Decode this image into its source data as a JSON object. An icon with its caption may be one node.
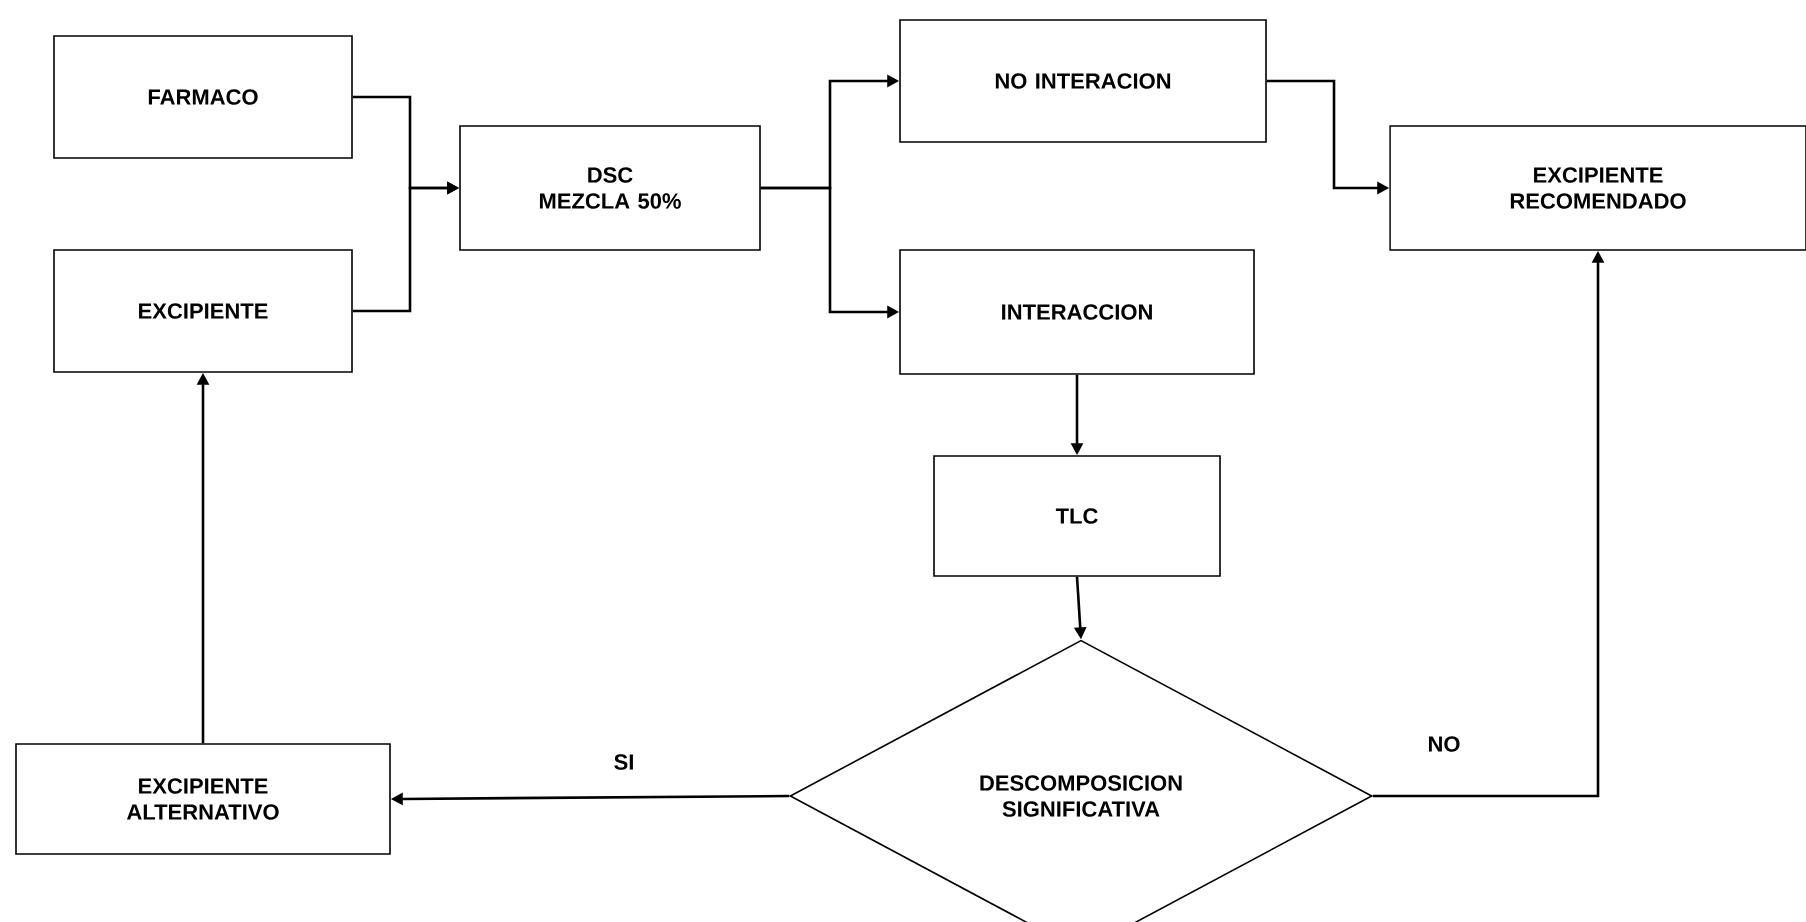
{
  "diagram": {
    "nodes": [
      {
        "text": [
          "FARMACO"
        ]
      },
      {
        "text": [
          "EXCIPIENTE"
        ]
      },
      {
        "text": [
          "DSC",
          "MEZCLA 50%"
        ]
      },
      {
        "text": [
          "NO INTERACION"
        ]
      },
      {
        "text": [
          "INTERACCION"
        ]
      },
      {
        "text": [
          "TLC"
        ]
      },
      {
        "text": [
          "DESCOMPOSICION SIGNIFICATIVA"
        ]
      },
      {
        "text": [
          "EXCIPIENTE RECOMENDADO"
        ]
      },
      {
        "text": [
          "EXCIPIENTE ALTERNATIVO"
        ]
      }
    ],
    "edges": [
      {
        "from": 0,
        "to": 2,
        "arrow": "to"
      },
      {
        "from": 1,
        "to": 2,
        "arrow": "to"
      },
      {
        "from": 2,
        "to": 3,
        "arrow": "to"
      },
      {
        "from": 2,
        "to": 4,
        "arrow": "to"
      },
      {
        "from": 3,
        "to": 7,
        "arrow": "to"
      },
      {
        "from": 4,
        "to": 5,
        "arrow": "to"
      },
      {
        "from": 5,
        "to": 6,
        "arrow": "to"
      },
      {
        "from": 6,
        "to": 8,
        "label": "SI",
        "arrow": "to"
      },
      {
        "from": 6,
        "to": 7,
        "label": "NO",
        "arrow": "to"
      },
      {
        "from": 8,
        "to": 1,
        "arrow": "to"
      }
    ]
  }
}
